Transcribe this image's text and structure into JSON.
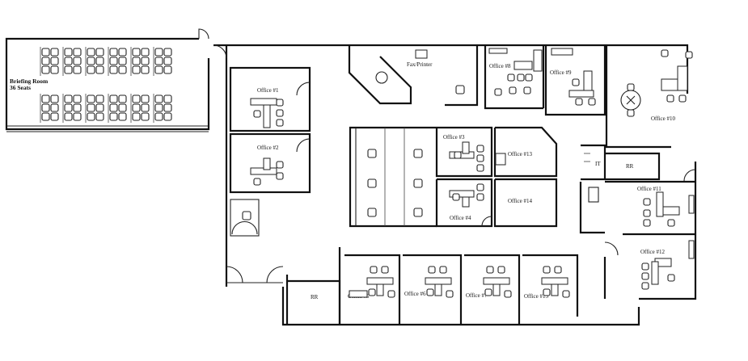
{
  "rooms": {
    "briefing_line1": "Briefing Room",
    "briefing_line2": "36 Seats",
    "office1": "Office #1",
    "office2": "Office #2",
    "office3": "Office #3",
    "office4": "Office #4",
    "office5": "Office #5",
    "office6": "Office #6",
    "office7": "Office #7",
    "office8": "Office #8",
    "office9": "Office #9",
    "office10": "Office #10",
    "office11": "Office #11",
    "office12": "Office #12",
    "office13": "Office #13",
    "office14": "Office #14",
    "office15": "Office #15",
    "fax_printer": "Fax/Printer",
    "it": "IT",
    "rr_right": "RR",
    "rr_bottom": "RR"
  }
}
